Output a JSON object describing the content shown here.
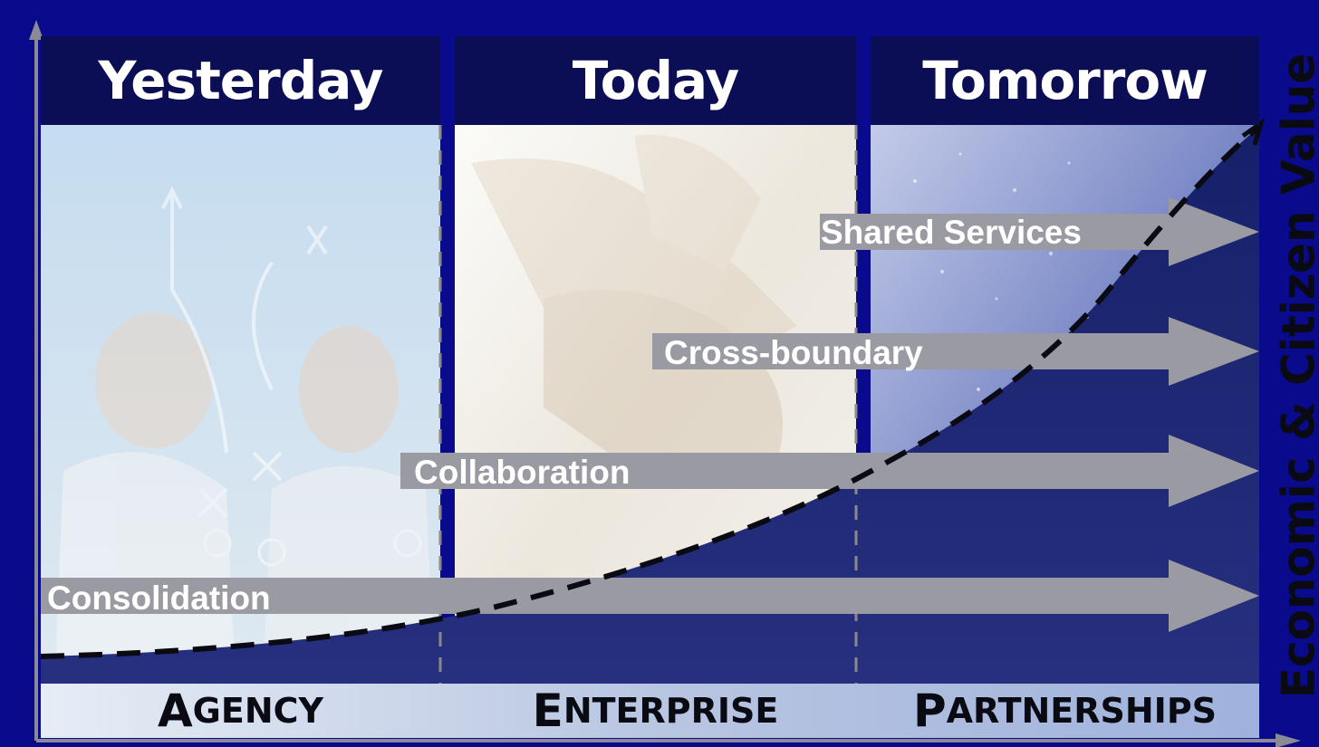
{
  "eras": [
    {
      "title": "Yesterday",
      "scope_initial": "A",
      "scope_rest": "GENCY"
    },
    {
      "title": "Today",
      "scope_initial": "E",
      "scope_rest": "NTERPRISE"
    },
    {
      "title": "Tomorrow",
      "scope_initial": "P",
      "scope_rest": "ARTNERSHIPS"
    }
  ],
  "y_axis_label": "Economic & Citizen Value",
  "arrows": [
    {
      "label": "Shared Services"
    },
    {
      "label": "Cross-boundary"
    },
    {
      "label": "Collaboration"
    },
    {
      "label": "Consolidation"
    }
  ],
  "colors": {
    "background": "#0a0a8c",
    "header": "#0b0e54",
    "arrow": "#9a9aa2",
    "curve_fill": "#1c2474"
  }
}
